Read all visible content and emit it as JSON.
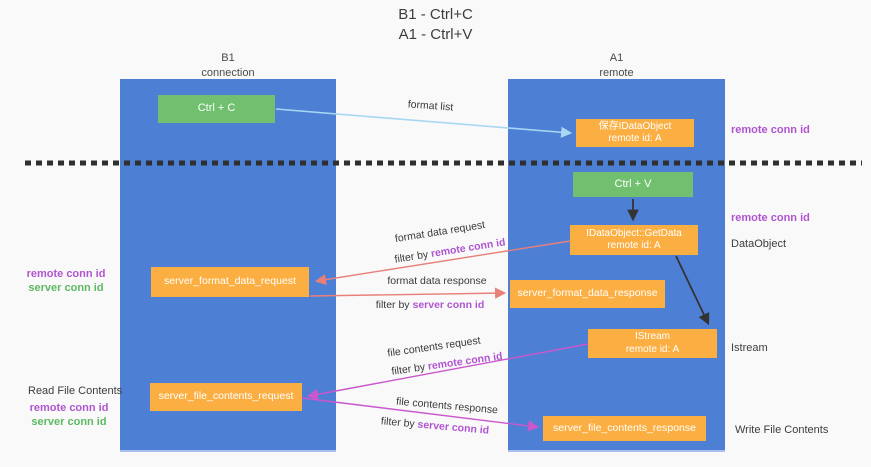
{
  "title": {
    "line1": "B1 - Ctrl+C",
    "line2": "A1 - Ctrl+V"
  },
  "columns": {
    "left": {
      "name": "B1",
      "sub": "connection"
    },
    "right": {
      "name": "A1",
      "sub": "remote"
    }
  },
  "boxes": {
    "ctrl_c": "Ctrl + C",
    "save_idataobject": {
      "line1": "保存IDataObject",
      "line2": "remote id: A"
    },
    "ctrl_v": "Ctrl + V",
    "getdata": {
      "line1": "IDataObject::GetData",
      "line2": "remote id: A"
    },
    "format_request": "server_format_data_request",
    "format_response": "server_format_data_response",
    "istream": {
      "line1": "IStream",
      "line2": "remote id: A"
    },
    "file_request": "server_file_contents_request",
    "file_response": "server_file_contents_response"
  },
  "arrow_labels": {
    "format_list": "format list",
    "format_data_request": "format data request",
    "filter_remote_1": {
      "prefix": "filter by ",
      "highlight": "remote conn id"
    },
    "format_data_response": "format data response",
    "filter_server_1": {
      "prefix": "filter by ",
      "highlight": "server conn id"
    },
    "file_contents_request": "file contents request",
    "filter_remote_2": {
      "prefix": "filter by ",
      "highlight": "remote conn id"
    },
    "file_contents_response": "file contents response",
    "filter_server_2": {
      "prefix": "filter by ",
      "highlight": "server conn id"
    }
  },
  "side_labels": {
    "right_remote_top": "remote conn id",
    "right_remote_mid": "remote conn id",
    "dataobject": "DataObject",
    "istream": "Istream",
    "write_file": "Write File Contents",
    "left_remote_top": "remote conn id",
    "left_server_top": "server conn id",
    "read_file": "Read File Contents",
    "left_remote_bottom": "remote conn id",
    "left_server_bottom": "server conn id"
  },
  "colors": {
    "column_blue": "#4d7fd5",
    "node_orange": "#fbaf43",
    "node_green": "#71c06f",
    "label_purple": "#b055d0",
    "label_green": "#5eb962",
    "arrow_red": "#e88079",
    "arrow_magenta": "#ca57cd",
    "arrow_blue": "#a8d7f3",
    "arrow_black": "#333333"
  }
}
